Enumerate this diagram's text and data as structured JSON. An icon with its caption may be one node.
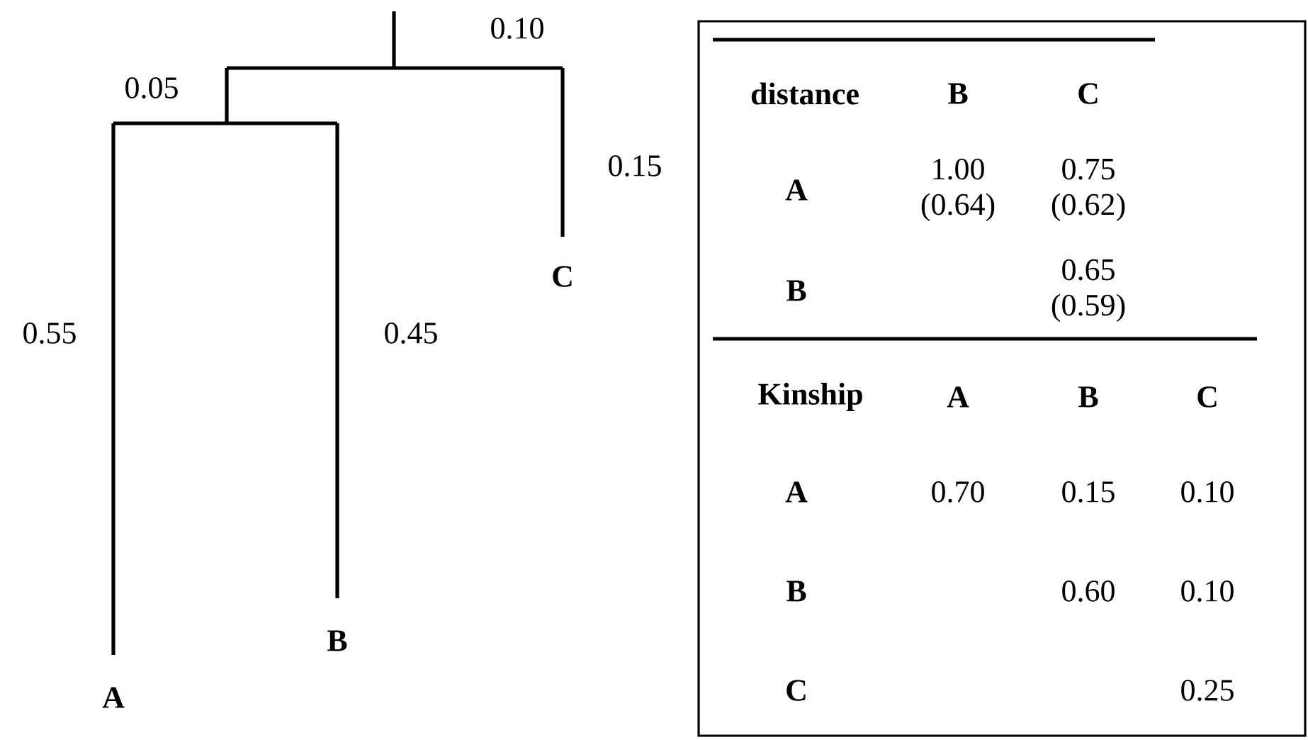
{
  "diagram": {
    "labels": [
      "0.10",
      "0.05",
      "0.15",
      "C",
      "0.55",
      "0.45",
      "B",
      "A",
      "distance",
      "B",
      "C",
      "A",
      "1.00 (0.64)",
      "0.75 (0.62)",
      "B",
      "0.65 (0.59)",
      "Kinship",
      "A",
      "B",
      "C",
      "A",
      "0.70",
      "0.15",
      "0.10",
      "B",
      "0.60",
      "0.10",
      "C",
      "0.25"
    ]
  }
}
